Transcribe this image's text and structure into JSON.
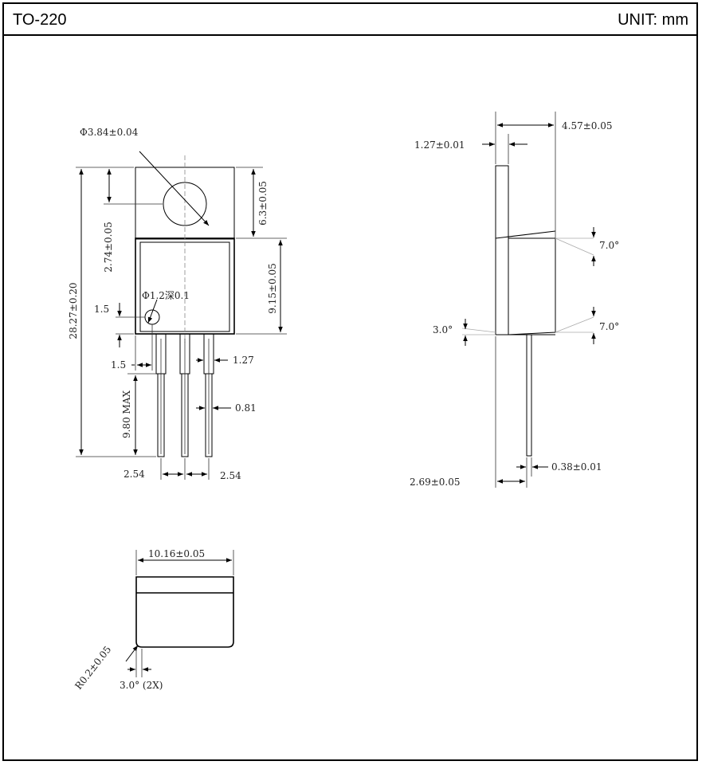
{
  "header": {
    "title": "TO-220",
    "unit": "UNIT: mm"
  },
  "front_view": {
    "hole_diameter": "Φ3.84±0.04",
    "top_to_hole": "2.74±0.05",
    "tab_height": "6.3±0.05",
    "body_height": "9.15±0.05",
    "overall_height": "28.27±0.20",
    "pin1_mark": "Φ1.2深0.1",
    "mark_offset_v": "1.5",
    "mark_offset_h": "1.5",
    "lead_width_top": "1.27",
    "lead_width": "0.81",
    "lead_length": "9.80 MAX",
    "pitch_left": "2.54",
    "pitch_right": "2.54"
  },
  "side_view": {
    "overall_thickness": "4.57±0.05",
    "tab_thickness": "1.27±0.01",
    "draft_top": "7.0°",
    "draft_bottom": "7.0°",
    "draft_side": "3.0°",
    "lead_thickness": "0.38±0.01",
    "lead_offset": "2.69±0.05"
  },
  "bottom_view": {
    "body_width": "10.16±0.05",
    "corner_radius": "R0.2±0.05",
    "draft_angle": "3.0° (2X)"
  }
}
